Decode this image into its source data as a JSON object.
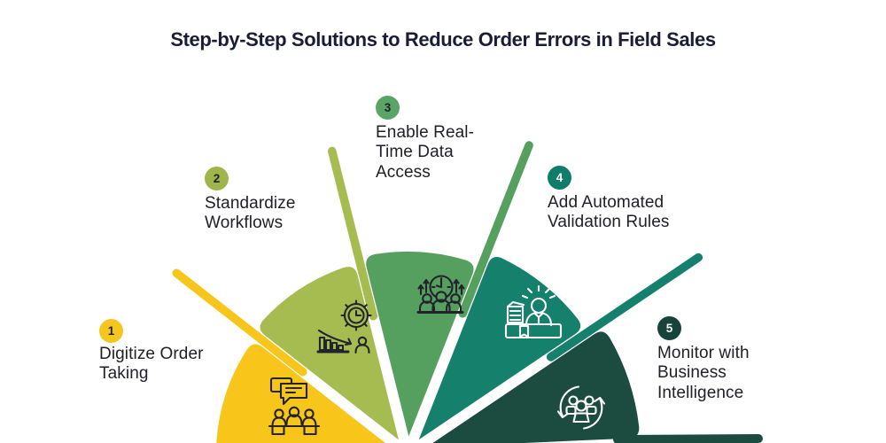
{
  "title": "Step-by-Step Solutions to Reduce Order Errors in Field Sales",
  "title_color": "#1b1c35",
  "label_color": "#202028",
  "background_color": "#ffffff",
  "steps": [
    {
      "number": "1",
      "label": "Digitize Order\nTaking",
      "wedge_color": "#F8C51B",
      "badge_color": "#F5C61F",
      "badge_text_color": "#1f2029",
      "icon": "team-discussion-icon",
      "icon_color": "#23232E"
    },
    {
      "number": "2",
      "label": "Standardize\nWorkflows",
      "wedge_color": "#A6BC50",
      "badge_color": "#9FB44A",
      "badge_text_color": "#1f2029",
      "icon": "workflow-gear-chart-icon",
      "icon_color": "#23232E"
    },
    {
      "number": "3",
      "label": "Enable Real-\nTime Data\nAccess",
      "wedge_color": "#55A05F",
      "badge_color": "#5BA467",
      "badge_text_color": "#1f2029",
      "icon": "realtime-clock-team-icon",
      "icon_color": "#23232E"
    },
    {
      "number": "4",
      "label": "Add Automated\nValidation Rules",
      "wedge_color": "#15806C",
      "badge_color": "#0F7D6A",
      "badge_text_color": "#ffffff",
      "icon": "validation-desk-person-icon",
      "icon_color": "#ffffff"
    },
    {
      "number": "5",
      "label": "Monitor with\nBusiness\nIntelligence",
      "wedge_color": "#1C4B40",
      "badge_color": "#16443A",
      "badge_text_color": "#ffffff",
      "icon": "monitor-sync-team-icon",
      "icon_color": "#ffffff"
    }
  ]
}
